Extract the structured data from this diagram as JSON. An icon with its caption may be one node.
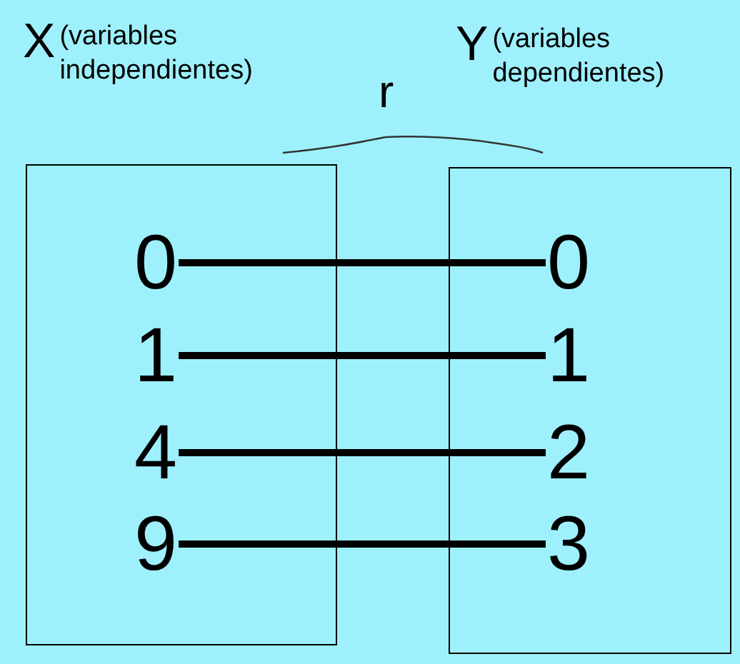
{
  "diagram": {
    "nodes": [
      {
        "text": [
          "X",
          "(variables independientes)"
        ]
      },
      {
        "text": [
          "Y",
          "(variables dependientes)"
        ]
      },
      {
        "text": [
          "0"
        ],
        "in": 0
      },
      {
        "text": [
          "1"
        ],
        "in": 0
      },
      {
        "text": [
          "4"
        ],
        "in": 0
      },
      {
        "text": [
          "9"
        ],
        "in": 0
      },
      {
        "text": [
          "0"
        ],
        "in": 1
      },
      {
        "text": [
          "1"
        ],
        "in": 1
      },
      {
        "text": [
          "2"
        ],
        "in": 1
      },
      {
        "text": [
          "3"
        ],
        "in": 1
      }
    ],
    "edges": [
      {
        "from": 2,
        "to": 6,
        "arrow": "none"
      },
      {
        "from": 3,
        "to": 7,
        "arrow": "none"
      },
      {
        "from": 4,
        "to": 8,
        "arrow": "none"
      },
      {
        "from": 5,
        "to": 9,
        "arrow": "none"
      }
    ],
    "labels": [
      "r"
    ]
  }
}
